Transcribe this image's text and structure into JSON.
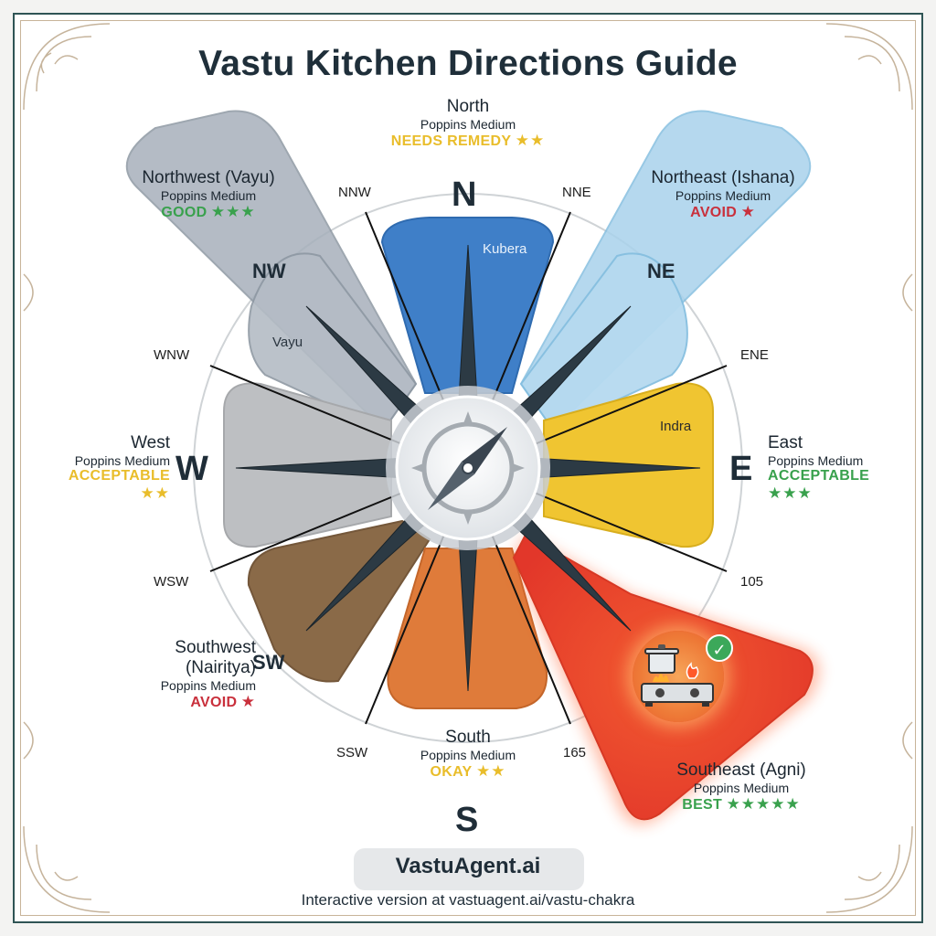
{
  "title": "Vastu Kitchen Directions Guide",
  "colors": {
    "north": "#3f7fc8",
    "northeast": "#a9d2ec",
    "east": "#f0c531",
    "southeast": "#e8492b",
    "south": "#df7b3a",
    "southwest": "#8a6a48",
    "west": "#b9bbbe",
    "northwest": "#a7b0bb",
    "rating_good": "#39a14d",
    "rating_warn": "#e9bd2b",
    "rating_avoid": "#c9303c"
  },
  "cardinals": {
    "n": "N",
    "e": "E",
    "s": "S",
    "w": "W"
  },
  "intercardinals": {
    "nw": "NW",
    "ne": "NE",
    "sw": "SW"
  },
  "sub_directions": {
    "nnw": "NNW",
    "nne": "NNE",
    "wnw": "WNW",
    "ene": "ENE",
    "wsw": "WSW",
    "ssw": "SSW",
    "ese": "105",
    "sse": "165"
  },
  "deities": {
    "north": "Kubera",
    "northwest": "Vayu",
    "east": "Indra"
  },
  "directions": {
    "north": {
      "name": "North",
      "font": "Poppins Medium",
      "rating": "NEEDS REMEDY",
      "stars": "★★"
    },
    "northwest": {
      "name": "Northwest (Vayu)",
      "font": "Poppins Medium",
      "rating": "GOOD",
      "stars": "★★★"
    },
    "northeast": {
      "name": "Northeast (Ishana)",
      "font": "Poppins Medium",
      "rating": "AVOID",
      "stars": "★"
    },
    "west": {
      "name": "West",
      "font": "Poppins Medium",
      "rating": "ACCEPTABLE",
      "stars": "★★"
    },
    "east": {
      "name": "East",
      "font": "Poppins Medium",
      "rating": "ACCEPTABLE",
      "stars": "★★★"
    },
    "southwest": {
      "name_line1": "Southwest",
      "name_line2": "(Nairitya)",
      "font": "Poppins Medium",
      "rating": "AVOID",
      "stars": "★"
    },
    "south": {
      "name": "South",
      "font": "Poppins Medium",
      "rating": "OKAY",
      "stars": "★★"
    },
    "southeast": {
      "name": "Southeast (Agni)",
      "font": "Poppins Medium",
      "rating": "BEST",
      "stars": "★★★★★"
    }
  },
  "highlight": {
    "icon": "stove-with-pot-icon",
    "badge": "✓"
  },
  "footer": {
    "brand": "VastuAgent.ai",
    "link_text": "Interactive version at vastuagent.ai/vastu-chakra"
  }
}
